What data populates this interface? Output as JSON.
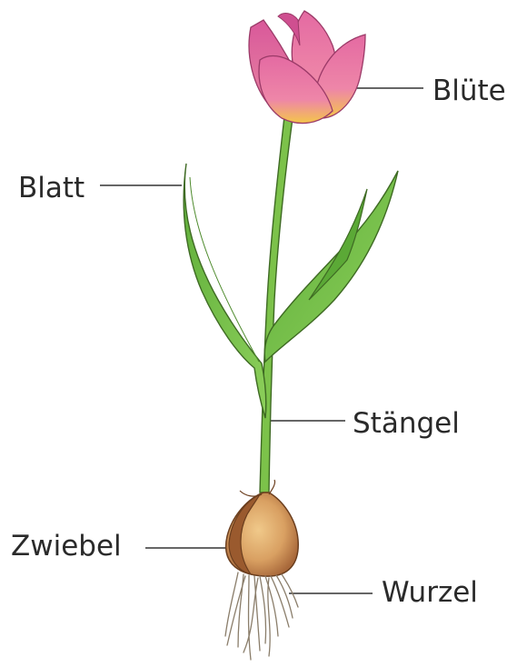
{
  "labels": {
    "bluete": "Blüte",
    "blatt": "Blatt",
    "staengel": "Stängel",
    "zwiebel": "Zwiebel",
    "wurzel": "Wurzel"
  },
  "colors": {
    "petal_pink": "#e4729e",
    "petal_yellow": "#f2c84a",
    "leaf_green": "#6fbf45",
    "stem_green": "#78c048",
    "bulb_tan": "#d9a062",
    "bulb_brown": "#9a5a2e",
    "root_grey": "#8a7d6a",
    "leader_line": "#333333"
  }
}
